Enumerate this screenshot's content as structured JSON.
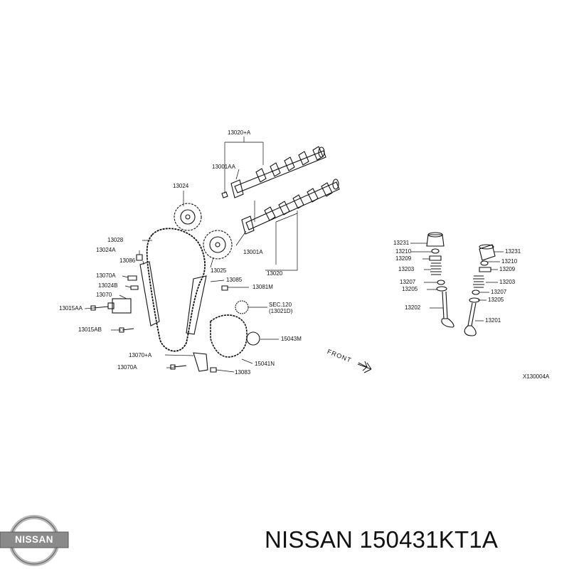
{
  "diagram": {
    "part_labels": {
      "p13020A": "13020+A",
      "p13001AA": "13001AA",
      "p13024": "13024",
      "p13028": "13028",
      "p13024A": "13024A",
      "p13086": "13086",
      "p13070A": "13070A",
      "p13024B": "13024B",
      "p13070": "13070",
      "p13015AA": "13015AA",
      "p13015AB": "13015AB",
      "p13025": "13025",
      "p13001A": "13001A",
      "p13020": "13020",
      "p13085": "13085",
      "p13081M": "13081M",
      "sec120": "SEC.120",
      "p13021D": "(13021D)",
      "p15043M": "15043M",
      "p15041N": "15041N",
      "p13070pA": "13070+A",
      "p13070A2": "13070A",
      "p13083": "13083",
      "p13231L": "13231",
      "p13210L": "13210",
      "p13209L": "13209",
      "p13203L": "13203",
      "p13207L": "13207",
      "p13205L": "13205",
      "p13202": "13202",
      "p13231R": "13231",
      "p13210R": "13210",
      "p13209R": "13209",
      "p13203R": "13203",
      "p13207R": "13207",
      "p13205R": "13205",
      "p13201": "13201"
    },
    "front_label": "FRONT",
    "diagram_code": "X130004A"
  },
  "footer": {
    "logo_text": "NISSAN",
    "caption": "NISSAN 150431KT1A"
  }
}
